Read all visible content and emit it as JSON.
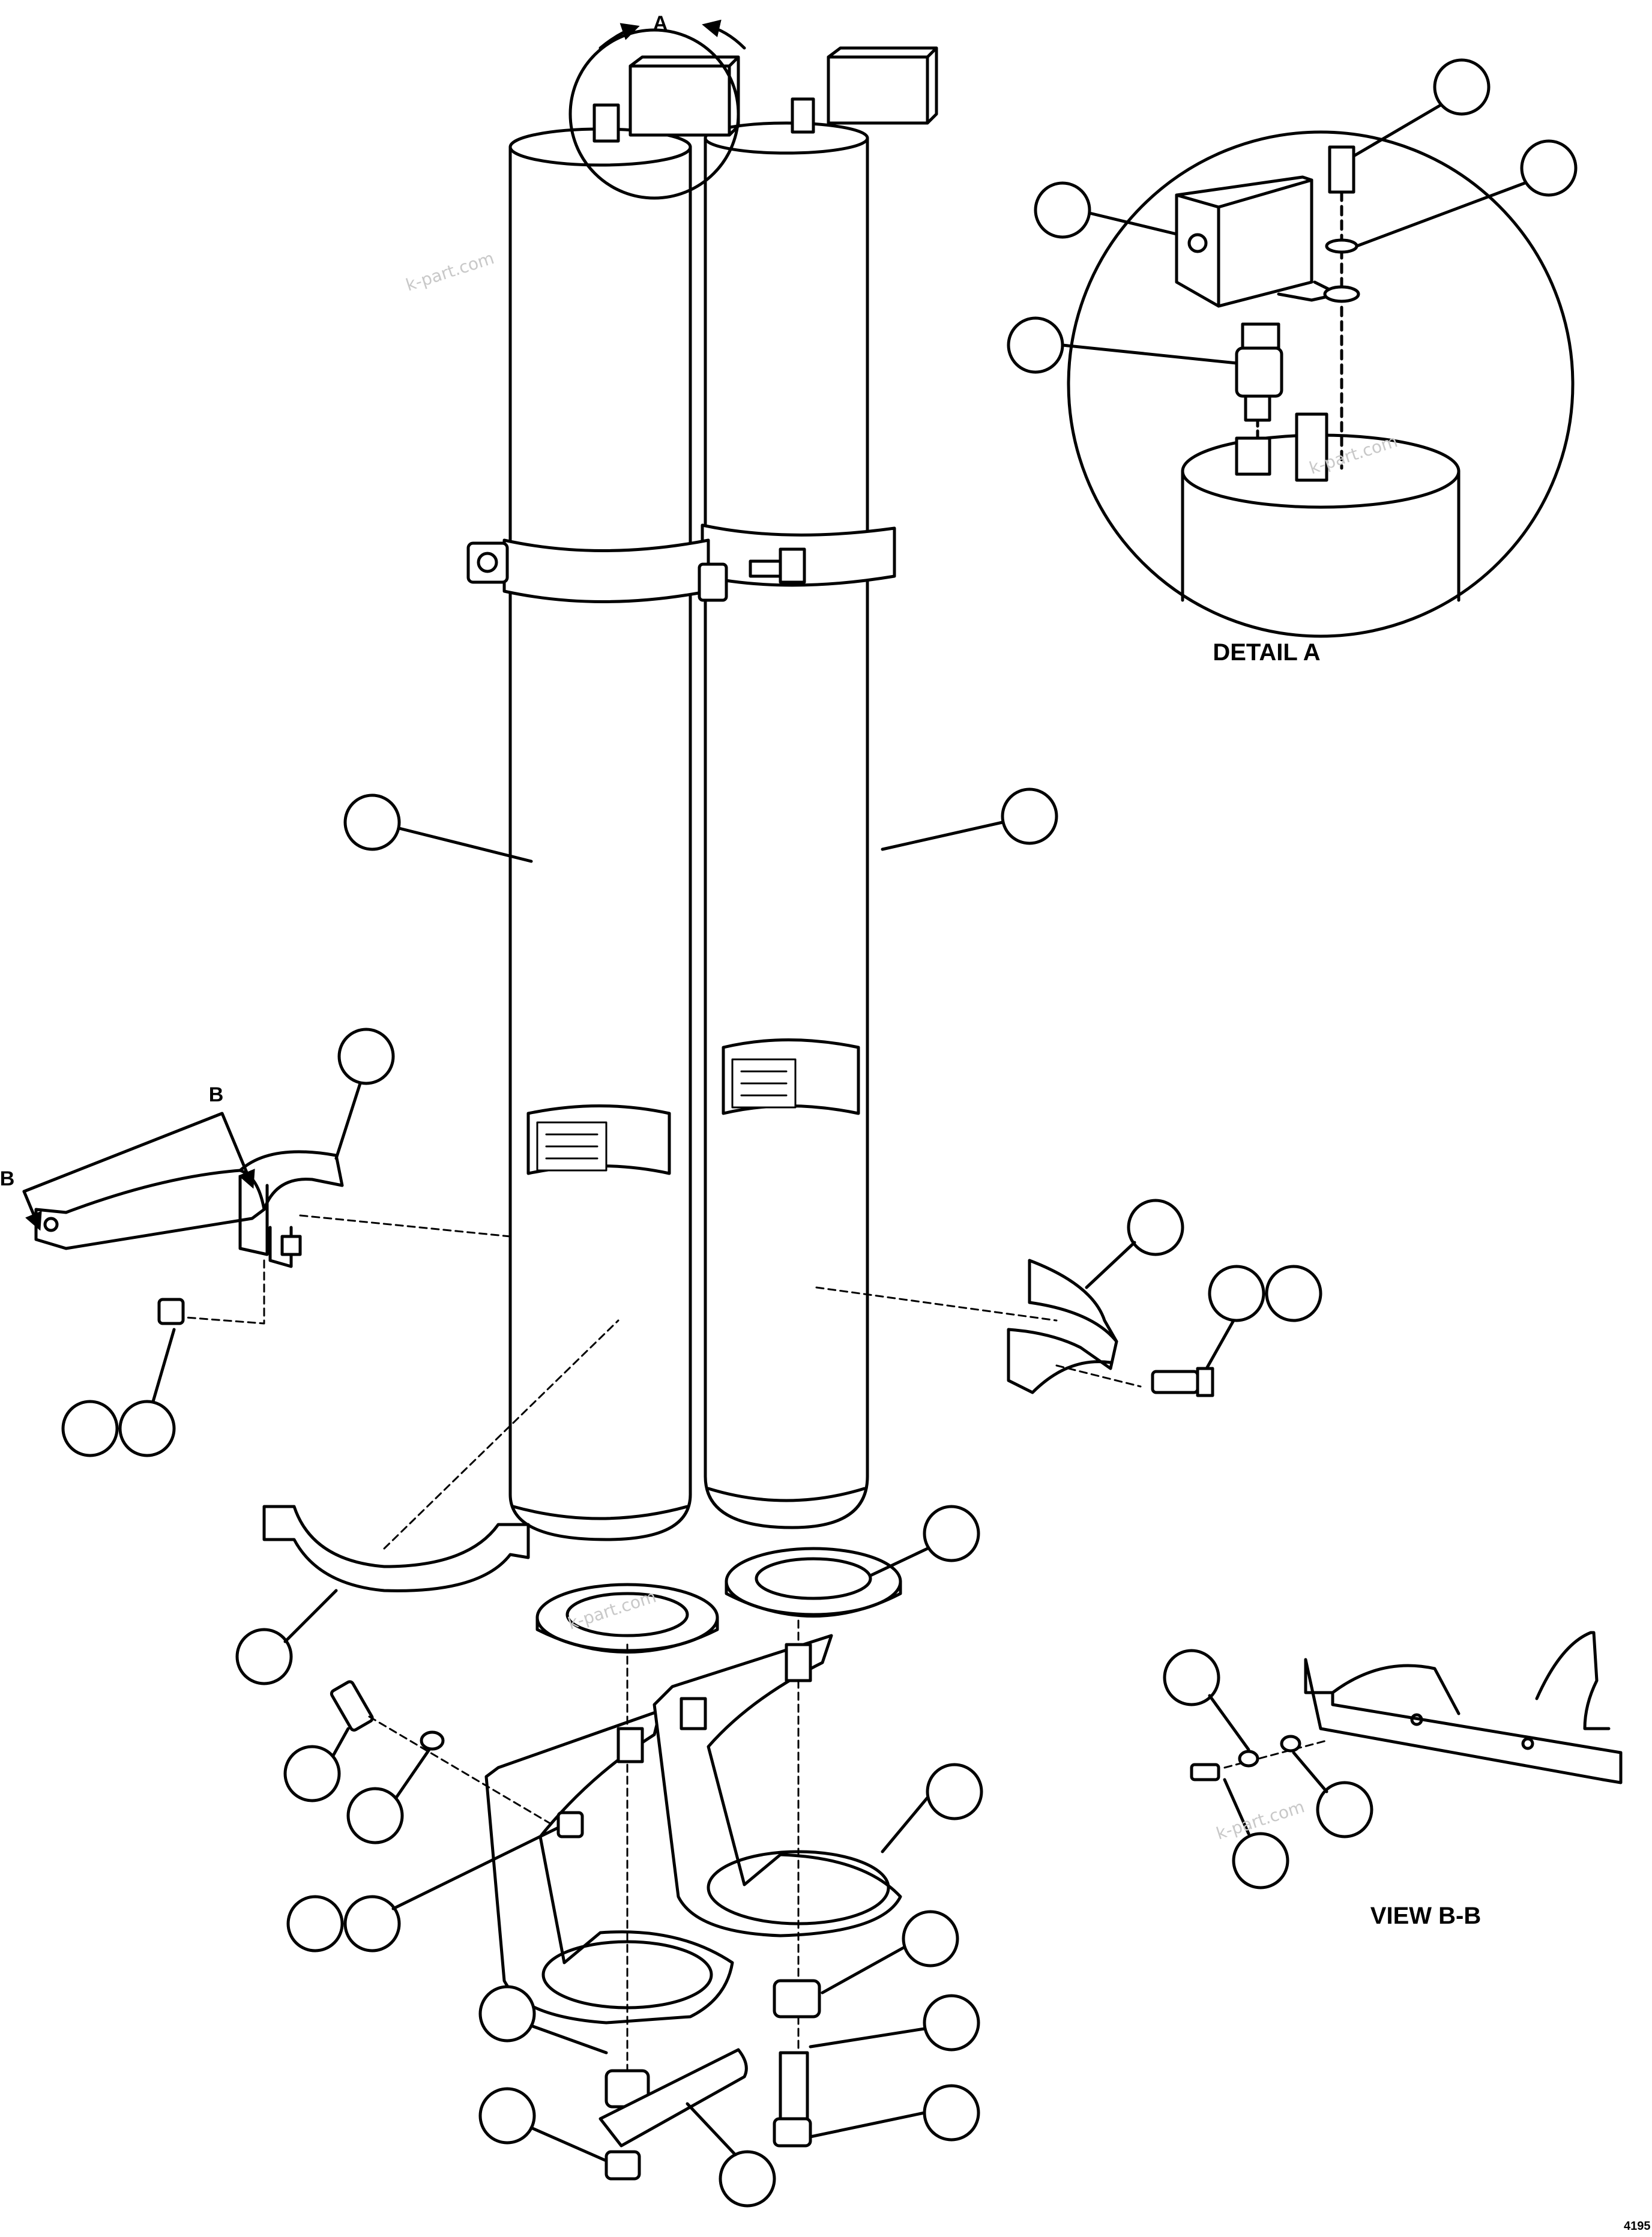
{
  "diagram": {
    "detail_a_marker": "A",
    "detail_a_caption": "DETAIL A",
    "view_b_marker_top": "B",
    "view_b_marker_left": "B",
    "view_bb_caption": "VIEW B-B",
    "watermark": "k-part.com",
    "sheet_code": "4195"
  }
}
